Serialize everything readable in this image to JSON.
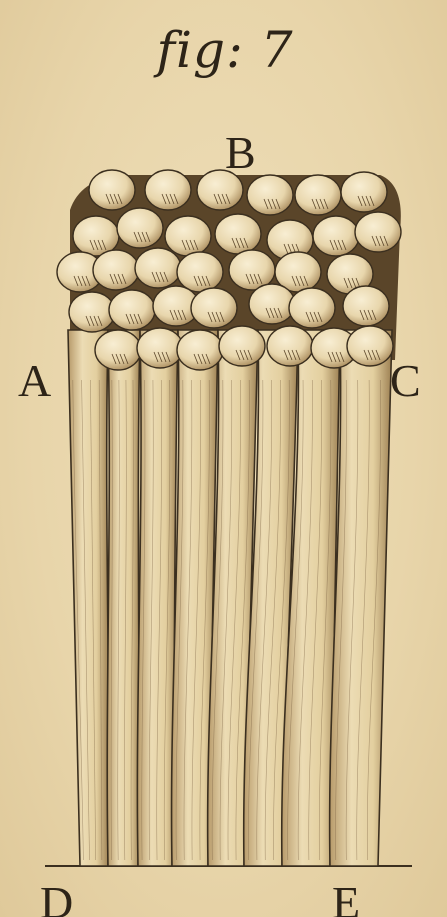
{
  "plate": {
    "caption": "fig: 7",
    "letters": {
      "top": "B",
      "left": "A",
      "right": "C",
      "bottom_left": "D",
      "bottom_right": "E"
    }
  },
  "colors": {
    "paper": "#e9d7ae",
    "ink": "#2d2418",
    "fibre": "#e2cc9c",
    "globule": "#f3e6c6"
  }
}
